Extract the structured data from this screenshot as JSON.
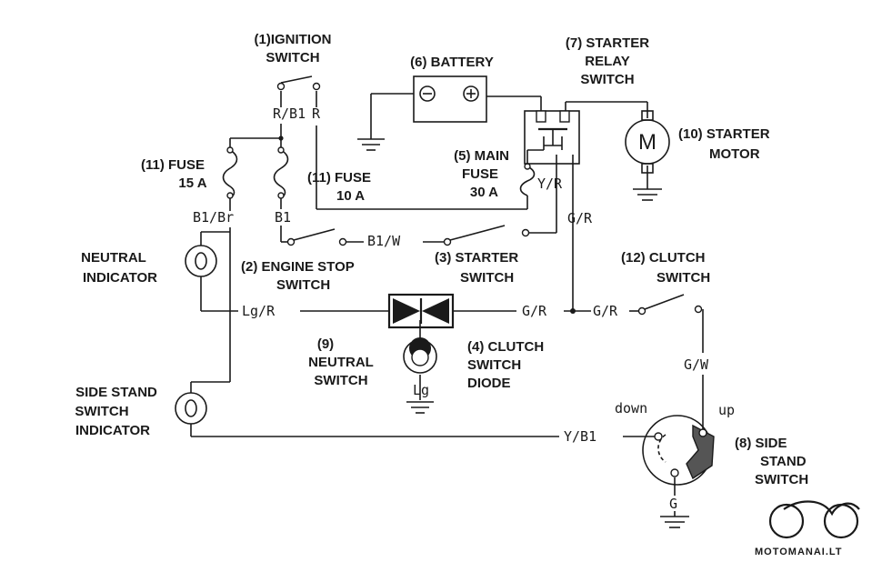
{
  "components": {
    "ignition_switch": "(1)IGNITION\nSWITCH",
    "battery": "(6) BATTERY",
    "starter_relay": "(7) STARTER\nRELAY\nSWITCH",
    "starter_motor": "(10) STARTER\nMOTOR",
    "fuse_15a": "(11) FUSE\n15 A",
    "fuse_10a": "(11) FUSE\n10 A",
    "main_fuse": "(5) MAIN\nFUSE\n30 A",
    "neutral_indicator": "NEUTRAL\nINDICATOR",
    "engine_stop_switch": "(2) ENGINE STOP\nSWITCH",
    "starter_switch": "(3) STARTER\nSWITCH",
    "clutch_switch": "(12) CLUTCH\nSWITCH",
    "neutral_switch": "(9)\nNEUTRAL\nSWITCH",
    "clutch_switch_diode": "(4) CLUTCH\nSWITCH\nDIODE",
    "side_stand_switch_indicator": "SIDE STAND\nSWITCH\nINDICATOR",
    "side_stand_switch": "(8) SIDE\nSTAND\nSWITCH"
  },
  "wires": {
    "r_b1_top": "R/B1",
    "r_top": "R",
    "b1_br": "B1/Br",
    "b1": "B1",
    "b1_w": "B1/W",
    "y_r": "Y/R",
    "g_r_vertical": "G/R",
    "lg_r": "Lg/R",
    "g_r_left": "G/R",
    "g_r_right": "G/R",
    "g_w": "G/W",
    "lg": "Lg",
    "y_b1": "Y/B1",
    "g": "G",
    "down": "down",
    "up": "up"
  },
  "symbols": {
    "battery_negative": "⊖",
    "battery_positive": "⊕",
    "motor": "M"
  },
  "watermark": "MOTOMANAI.LT"
}
